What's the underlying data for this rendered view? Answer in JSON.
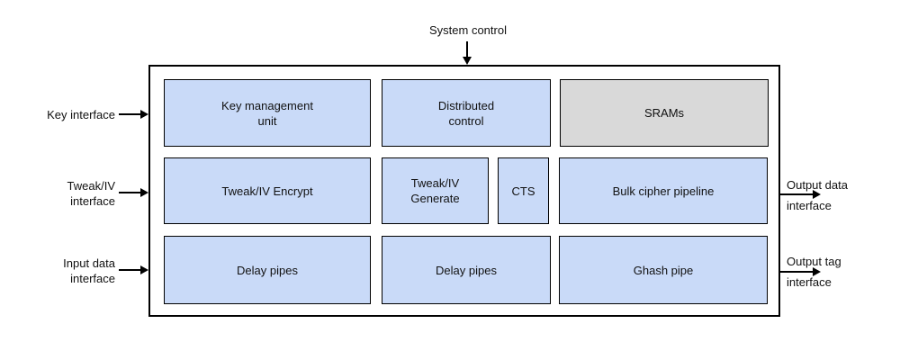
{
  "colors": {
    "block_blue": "#c9daf8",
    "block_gray": "#d9d9d9",
    "line": "#000000",
    "text": "#111111",
    "background": "#ffffff"
  },
  "external_labels": {
    "system_control": "System control",
    "key_interface": "Key interface",
    "tweak_iv_interface": "Tweak/IV\ninterface",
    "input_data_interface": "Input data\ninterface",
    "output_data_interface": "Output data\ninterface",
    "output_tag_interface": "Output tag\ninterface"
  },
  "blocks": {
    "key_management_unit": "Key management\nunit",
    "distributed_control": "Distributed\ncontrol",
    "srams": "SRAMs",
    "tweak_iv_encrypt": "Tweak/IV Encrypt",
    "tweak_iv_generate": "Tweak/IV\nGenerate",
    "cts": "CTS",
    "bulk_cipher_pipeline": "Bulk cipher pipeline",
    "delay_pipes_left": "Delay pipes",
    "delay_pipes_middle": "Delay pipes",
    "ghash_pipe": "Ghash pipe"
  }
}
